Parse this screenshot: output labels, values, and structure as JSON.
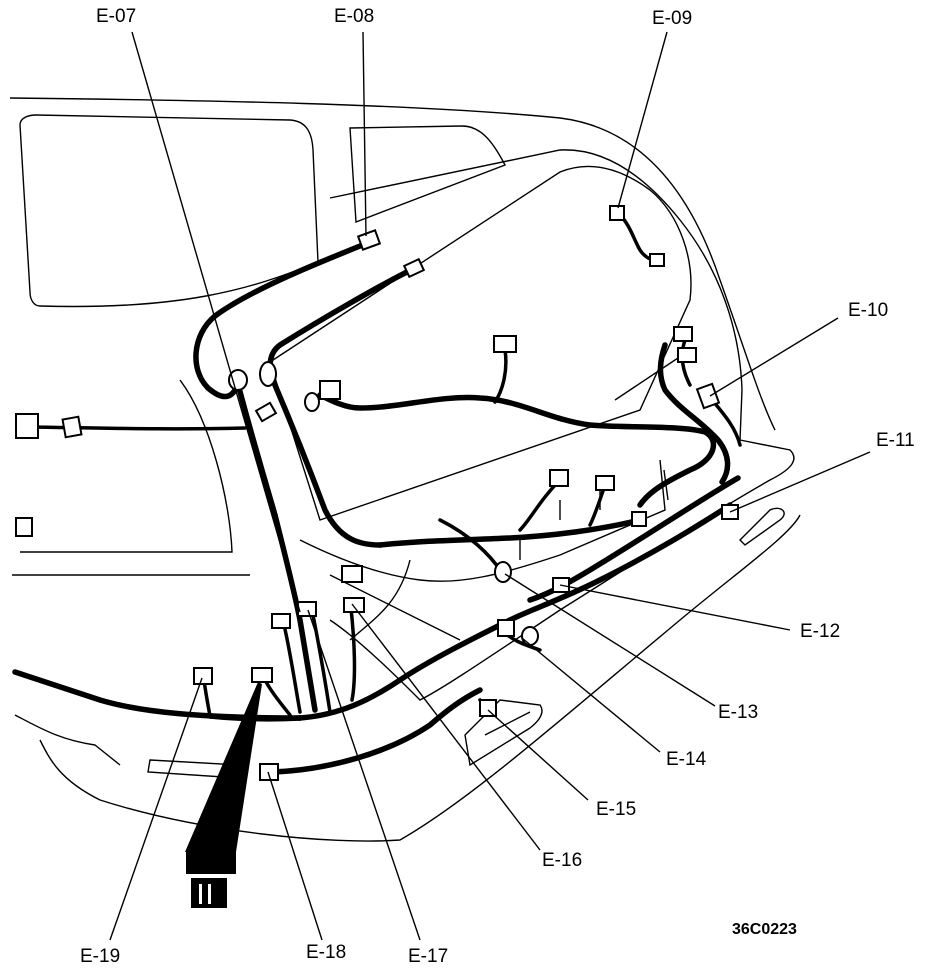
{
  "callouts": [
    {
      "id": "e07",
      "text": "E-07"
    },
    {
      "id": "e08",
      "text": "E-08"
    },
    {
      "id": "e09",
      "text": "E-09"
    },
    {
      "id": "e10",
      "text": "E-10"
    },
    {
      "id": "e11",
      "text": "E-11"
    },
    {
      "id": "e12",
      "text": "E-12"
    },
    {
      "id": "e13",
      "text": "E-13"
    },
    {
      "id": "e14",
      "text": "E-14"
    },
    {
      "id": "e15",
      "text": "E-15"
    },
    {
      "id": "e16",
      "text": "E-16"
    },
    {
      "id": "e17",
      "text": "E-17"
    },
    {
      "id": "e18",
      "text": "E-18"
    },
    {
      "id": "e19",
      "text": "E-19"
    }
  ],
  "figure_code": "36C0223",
  "colors": {
    "line": "#000000",
    "background": "#ffffff"
  }
}
